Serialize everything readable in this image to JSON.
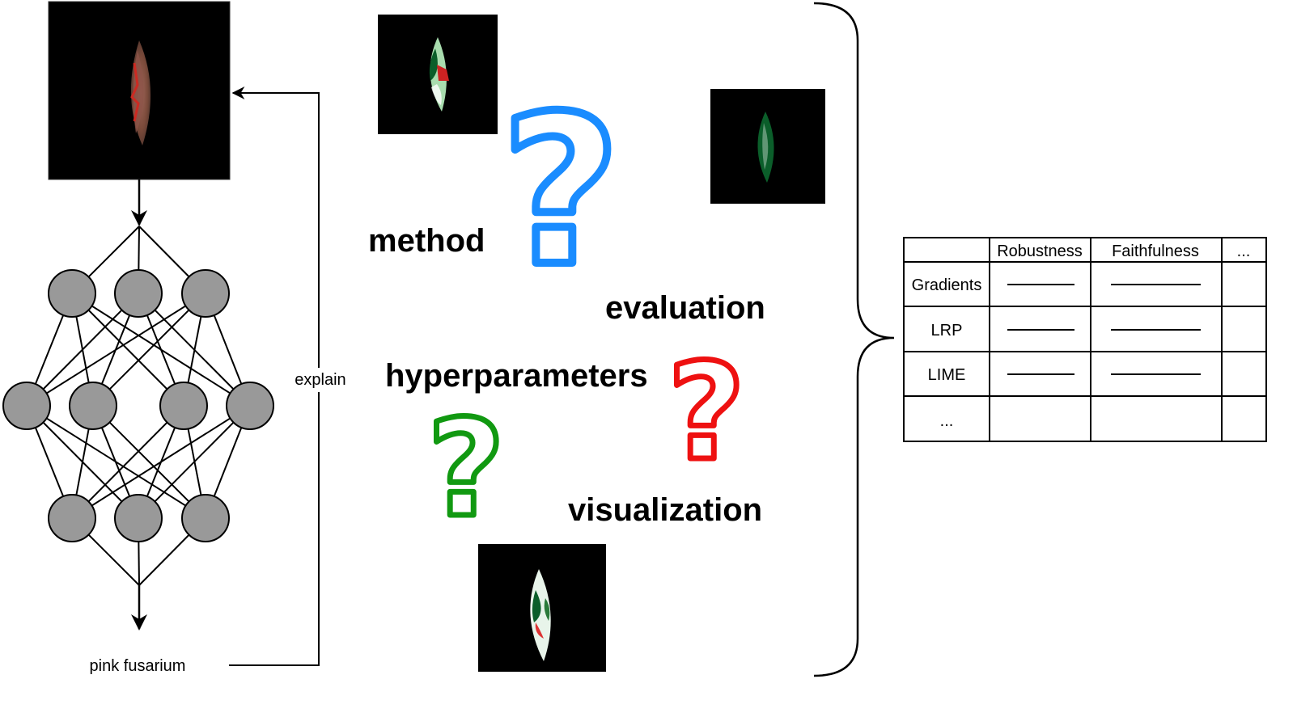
{
  "network": {
    "output_label": "pink fusarium",
    "layers": [
      3,
      4,
      3
    ]
  },
  "feedback": {
    "label": "explain"
  },
  "questions": {
    "method": "method",
    "evaluation": "evaluation",
    "hyperparameters": "hyperparameters",
    "visualization": "visualization",
    "mark": "?"
  },
  "table": {
    "columns": [
      "",
      "Robustness",
      "Faithfulness",
      "..."
    ],
    "rows": [
      "Gradients",
      "LRP",
      "LIME",
      "..."
    ]
  },
  "colors": {
    "node_fill": "#999999",
    "q_blue": "#1a8cff",
    "q_green": "#119911",
    "q_red": "#ee1111",
    "heat_dark_green": "#0b5e2a",
    "heat_light_green": "#a8dcae",
    "heat_red": "#cc2222",
    "kernel_brown": "#8a5a48"
  }
}
